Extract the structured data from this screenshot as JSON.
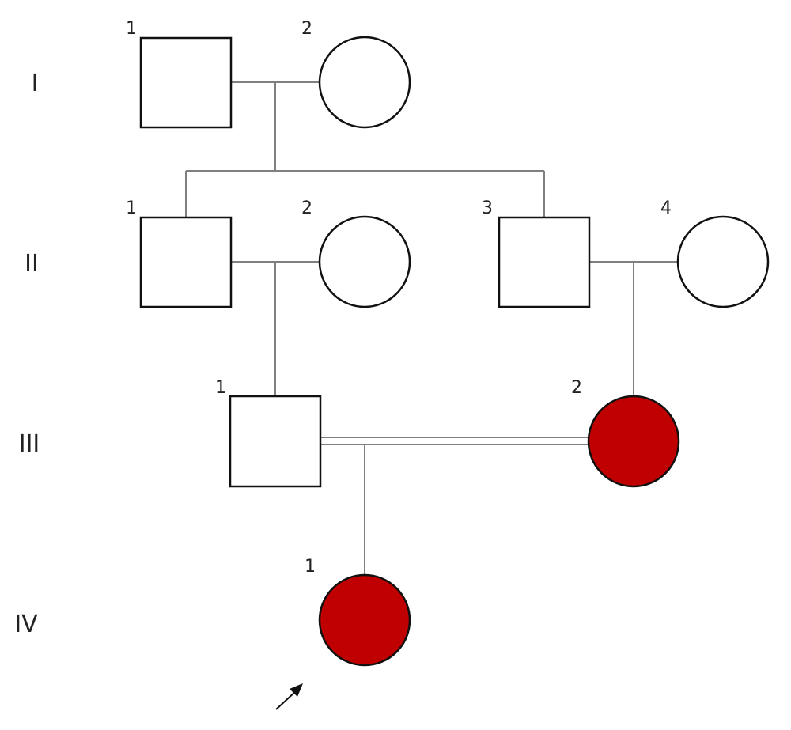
{
  "generations": [
    {
      "id": "I",
      "label": "I"
    },
    {
      "id": "II",
      "label": "II"
    },
    {
      "id": "III",
      "label": "III"
    },
    {
      "id": "IV",
      "label": "IV"
    }
  ],
  "individuals": [
    {
      "id": "I-1",
      "number": "1",
      "sex": "male",
      "affected": false
    },
    {
      "id": "I-2",
      "number": "2",
      "sex": "female",
      "affected": false
    },
    {
      "id": "II-1",
      "number": "1",
      "sex": "male",
      "affected": false
    },
    {
      "id": "II-2",
      "number": "2",
      "sex": "female",
      "affected": false
    },
    {
      "id": "II-3",
      "number": "3",
      "sex": "male",
      "affected": false
    },
    {
      "id": "II-4",
      "number": "4",
      "sex": "female",
      "affected": false
    },
    {
      "id": "III-1",
      "number": "1",
      "sex": "male",
      "affected": false
    },
    {
      "id": "III-2",
      "number": "2",
      "sex": "female",
      "affected": true
    },
    {
      "id": "IV-1",
      "number": "1",
      "sex": "female",
      "affected": true,
      "proband": true
    }
  ],
  "unions": [
    {
      "partners": [
        "I-1",
        "I-2"
      ],
      "consanguineous": false,
      "children": [
        "II-1",
        "II-3"
      ]
    },
    {
      "partners": [
        "II-1",
        "II-2"
      ],
      "consanguineous": false,
      "children": [
        "III-1"
      ]
    },
    {
      "partners": [
        "II-3",
        "II-4"
      ],
      "consanguineous": false,
      "children": [
        "III-2"
      ]
    },
    {
      "partners": [
        "III-1",
        "III-2"
      ],
      "consanguineous": true,
      "children": [
        "IV-1"
      ]
    }
  ],
  "colors": {
    "affected_fill": "#c00000",
    "unaffected_fill": "#ffffff",
    "outline": "#111111",
    "connector": "#808080"
  }
}
